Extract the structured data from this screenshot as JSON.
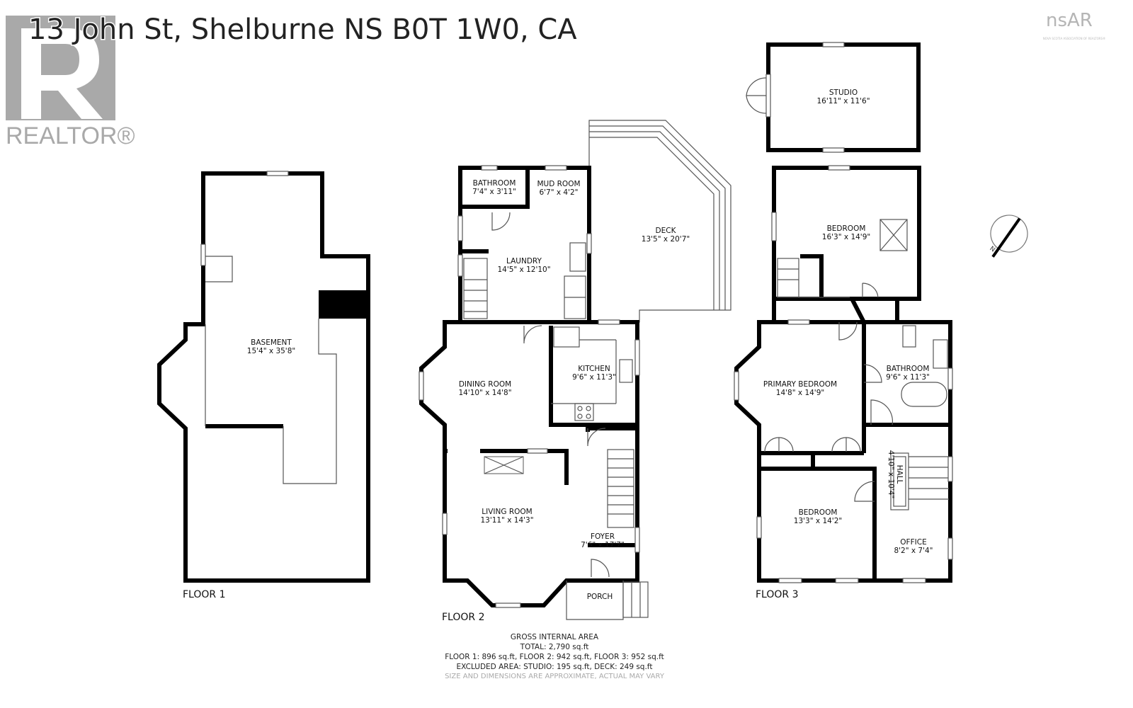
{
  "title": "13 John St, Shelburne NS B0T 1W0, CA",
  "logos": {
    "realtor": "REALTOR®",
    "nsar": "nsAR",
    "nsar_sub": "NOVA SCOTIA ASSOCIATION OF REALTORS®"
  },
  "floors": [
    {
      "label": "FLOOR 1",
      "rooms": [
        {
          "name": "BASEMENT",
          "dims": "15'4\" x 35'8\""
        }
      ]
    },
    {
      "label": "FLOOR 2",
      "rooms": [
        {
          "name": "BATHROOM",
          "dims": "7'4\" x 3'11\""
        },
        {
          "name": "MUD ROOM",
          "dims": "6'7\" x 4'2\""
        },
        {
          "name": "LAUNDRY",
          "dims": "14'5\" x 12'10\""
        },
        {
          "name": "DECK",
          "dims": "13'5\" x 20'7\""
        },
        {
          "name": "DINING ROOM",
          "dims": "14'10\" x 14'8\""
        },
        {
          "name": "KITCHEN",
          "dims": "9'6\" x 11'3\""
        },
        {
          "name": "LIVING ROOM",
          "dims": "13'11\" x 14'3\""
        },
        {
          "name": "FOYER",
          "dims": "7'6\" x 17'7\""
        },
        {
          "name": "PORCH",
          "dims": ""
        }
      ]
    },
    {
      "label": "FLOOR 3",
      "rooms": [
        {
          "name": "STUDIO",
          "dims": "16'11\" x 11'6\""
        },
        {
          "name": "BEDROOM",
          "dims": "16'3\" x 14'9\""
        },
        {
          "name": "PRIMARY BEDROOM",
          "dims": "14'8\" x 14'9\""
        },
        {
          "name": "BATHROOM",
          "dims": "9'6\" x 11'3\""
        },
        {
          "name": "HALL",
          "dims": "4'10\" x 10'4\""
        },
        {
          "name": "BEDROOM",
          "dims": "13'3\" x 14'2\""
        },
        {
          "name": "OFFICE",
          "dims": "8'2\" x 7'4\""
        }
      ]
    }
  ],
  "footer": {
    "heading": "GROSS INTERNAL AREA",
    "total": "TOTAL: 2,790 sq.ft",
    "floors": "FLOOR 1: 896 sq.ft, FLOOR 2: 942 sq.ft, FLOOR 3: 952 sq.ft",
    "excluded": "EXCLUDED AREA: STUDIO: 195 sq.ft, DECK: 249 sq.ft",
    "disclaimer": "SIZE AND DIMENSIONS ARE APPROXIMATE, ACTUAL MAY VARY"
  },
  "compass": {
    "label": "N"
  }
}
